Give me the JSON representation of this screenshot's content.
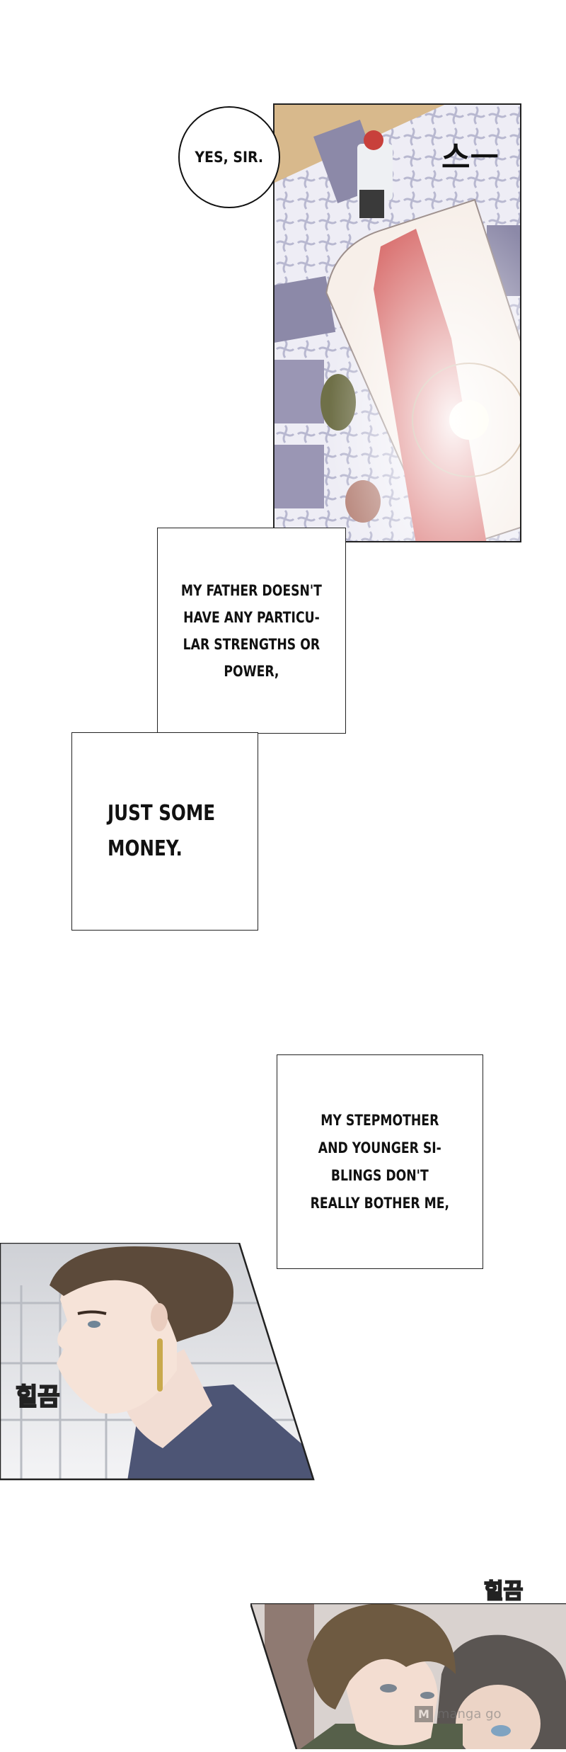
{
  "panels": [
    {
      "scene": "dining-hall-top-view",
      "sfx": "스ㅡ"
    },
    {
      "scene": "woman-side-profile",
      "sfx": "힐끔"
    },
    {
      "scene": "young-man-and-girl",
      "sfx": "힐끔"
    }
  ],
  "speech_bubble": {
    "text": "YES, SIR."
  },
  "captions": [
    {
      "text": "MY FATHER DOESN'T\nHAVE ANY PARTICU-\nLAR STRENGTHS OR\nPOWER,"
    },
    {
      "text": "JUST SOME\nMONEY."
    },
    {
      "text": "MY STEPMOTHER\nAND YOUNGER SI-\nBLINGS DON'T\nREALLY BOTHER ME,"
    }
  ],
  "watermark": {
    "logo": "M",
    "text": "manga go"
  },
  "colors": {
    "tablecloth_runner": "#d9706f",
    "wallpaper": "#e9e8f2",
    "floor": "#d8b98c",
    "hair_brown": "#5c4a3a"
  }
}
